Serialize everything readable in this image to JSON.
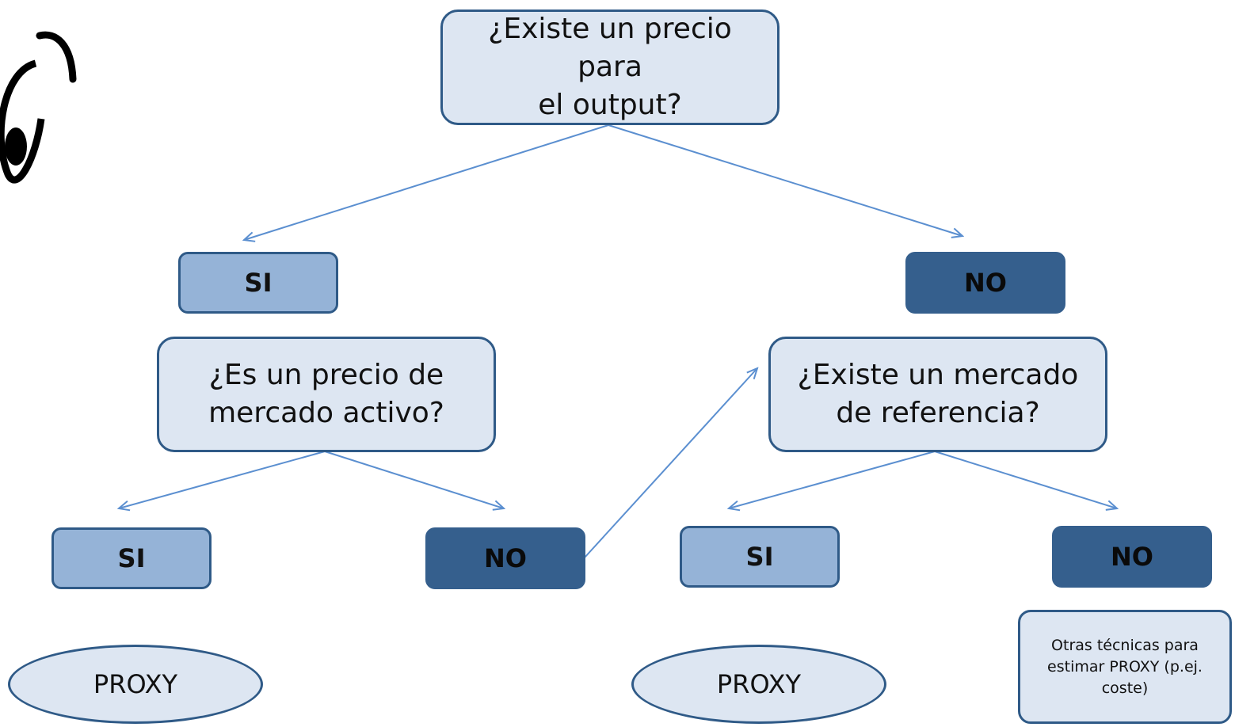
{
  "q1": {
    "line1": "¿Existe un precio para",
    "line2": "el output?"
  },
  "q2": {
    "line1": "¿Es un precio de",
    "line2": "mercado activo?"
  },
  "q3": {
    "line1": "¿Existe un mercado",
    "line2": "de referencia?"
  },
  "yes_label": "SI",
  "no_label": "NO",
  "proxy_label": "PROXY",
  "note": "Otras técnicas para estimar PROXY (p.ej. coste)",
  "colors": {
    "box_fill": "#dde6f2",
    "border": "#2f5a87",
    "yes_fill": "#95b3d7",
    "no_fill": "#355f8d",
    "arrow": "#5b8fd0"
  }
}
